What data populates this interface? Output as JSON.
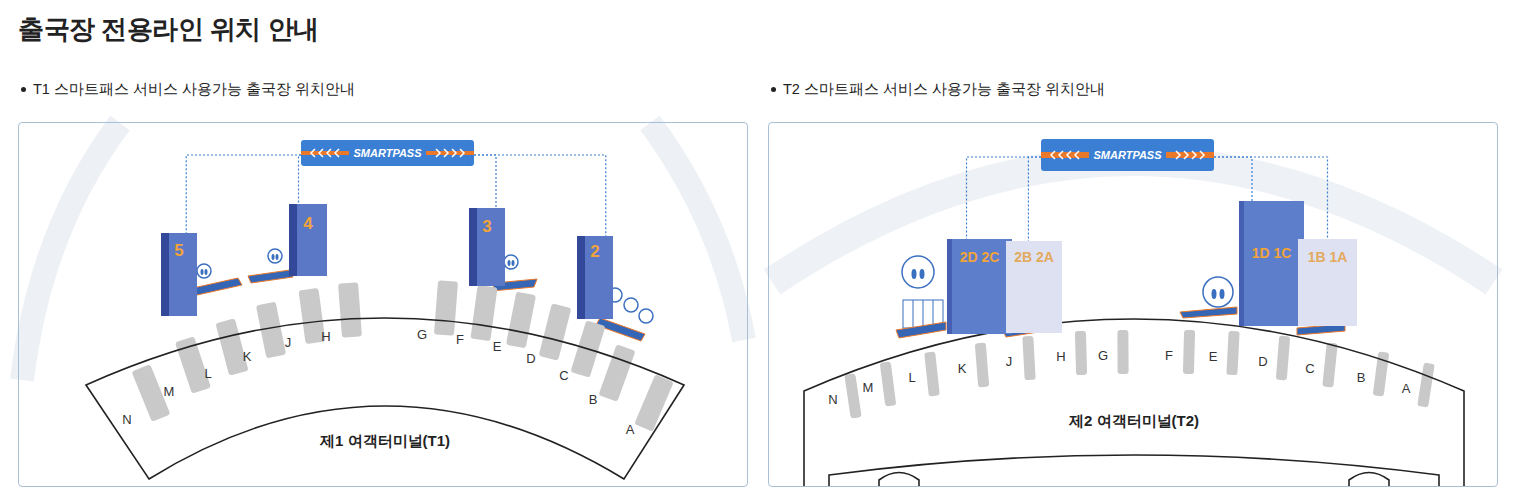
{
  "diagram": {
    "title": "출국장 전용라인 위치 안내",
    "nodes": [
      {
        "text": [
          "T1 스마트패스 서비스 사용가능 출국장 위치안내"
        ]
      },
      {
        "text": [
          "SMARTPASS"
        ],
        "in": 0
      },
      {
        "text": [
          "5"
        ],
        "in": 0
      },
      {
        "text": [
          "4"
        ],
        "in": 0
      },
      {
        "text": [
          "3"
        ],
        "in": 0
      },
      {
        "text": [
          "2"
        ],
        "in": 0
      },
      {
        "text": [
          "제1 여객터미널(T1)"
        ],
        "in": 0
      },
      {
        "text": [
          "T2 스마트패스 서비스 사용가능 출국장 위치안내"
        ]
      },
      {
        "text": [
          "SMARTPASS"
        ],
        "in": 7
      },
      {
        "text": [
          "2D 2C"
        ],
        "in": 7
      },
      {
        "text": [
          "2B 2A"
        ],
        "in": 7
      },
      {
        "text": [
          "1D 1C"
        ],
        "in": 7
      },
      {
        "text": [
          "1B 1A"
        ],
        "in": 7
      },
      {
        "text": [
          "제2 여객터미널(T2)"
        ],
        "in": 7
      }
    ],
    "edges": [
      {
        "from": 1,
        "to": 2,
        "arrow": "none"
      },
      {
        "from": 1,
        "to": 3,
        "arrow": "none"
      },
      {
        "from": 1,
        "to": 4,
        "arrow": "none"
      },
      {
        "from": 1,
        "to": 5,
        "arrow": "none"
      },
      {
        "from": 8,
        "to": 9,
        "arrow": "none"
      },
      {
        "from": 8,
        "to": 10,
        "arrow": "none"
      },
      {
        "from": 8,
        "to": 11,
        "arrow": "none"
      },
      {
        "from": 8,
        "to": 12,
        "arrow": "none"
      }
    ],
    "labels": [
      "N",
      "M",
      "L",
      "K",
      "J",
      "H",
      "G",
      "F",
      "E",
      "D",
      "C",
      "B",
      "A",
      "N",
      "M",
      "L",
      "K",
      "J",
      "H",
      "G",
      "F",
      "E",
      "D",
      "C",
      "B",
      "A"
    ]
  }
}
